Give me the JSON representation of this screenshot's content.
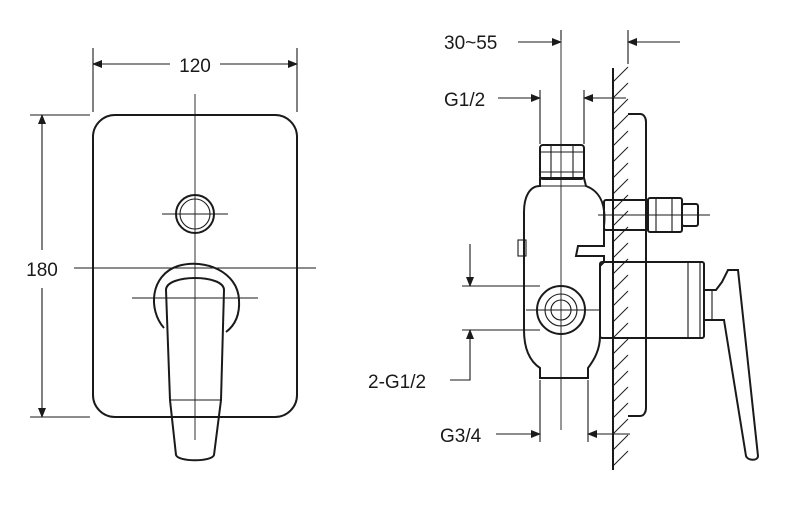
{
  "dimensions": {
    "width_front": "120",
    "height_front": "180",
    "wall_depth": "30~55",
    "top_inlet": "G1/2",
    "side_ports": "2-G1/2",
    "bottom_outlet": "G3/4"
  }
}
